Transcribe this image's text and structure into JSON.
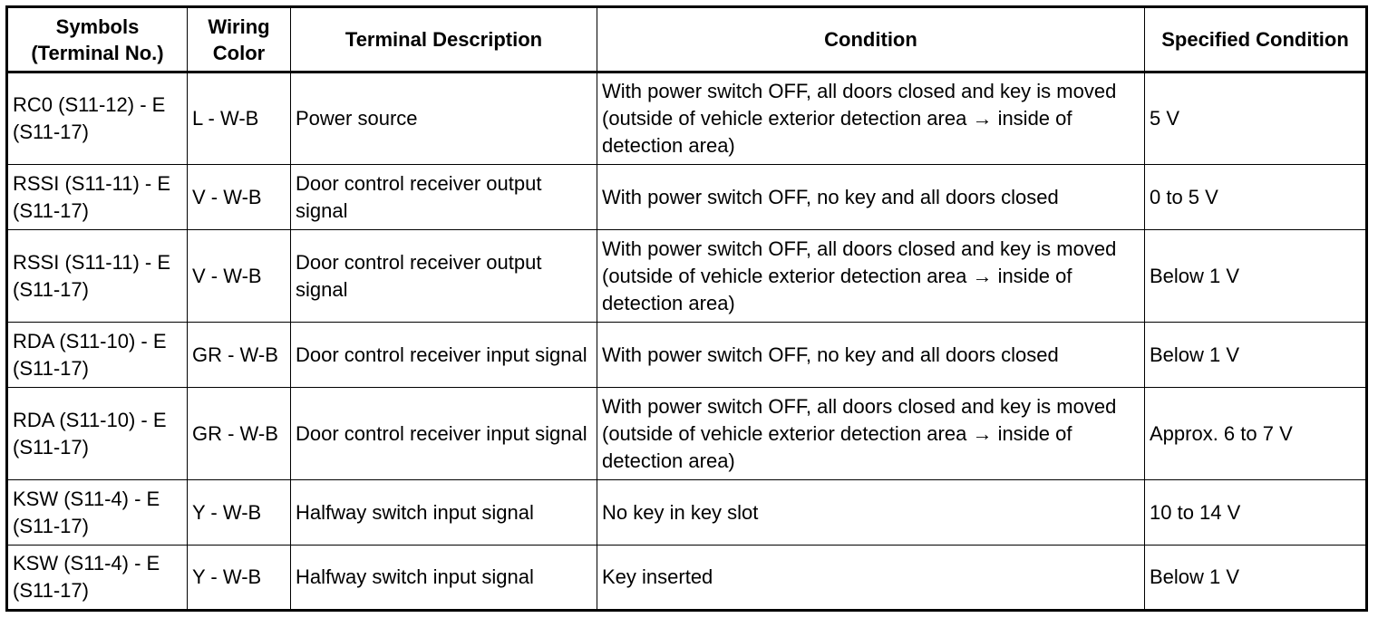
{
  "header": {
    "symbols": "Symbols (Terminal No.)",
    "wiring_color": "Wiring Color",
    "terminal_description": "Terminal Description",
    "condition": "Condition",
    "specified_condition": "Specified Condition"
  },
  "rows": [
    {
      "symbols": "RC0 (S11-12) - E (S11-17)",
      "wiring_color": "L - W-B",
      "description": "Power source",
      "condition": "With power switch OFF, all doors closed and key is moved (outside of vehicle exterior detection area → inside of detection area)",
      "specified": "5 V"
    },
    {
      "symbols": "RSSI (S11-11) - E (S11-17)",
      "wiring_color": "V - W-B",
      "description": "Door control receiver output signal",
      "condition": "With power switch OFF, no key and all doors closed",
      "specified": "0 to 5 V"
    },
    {
      "symbols": "RSSI (S11-11) - E (S11-17)",
      "wiring_color": "V - W-B",
      "description": "Door control receiver output signal",
      "condition": "With power switch OFF, all doors closed and key is moved (outside of vehicle exterior detection area → inside of detection area)",
      "specified": "Below 1 V"
    },
    {
      "symbols": "RDA (S11-10) - E (S11-17)",
      "wiring_color": "GR - W-B",
      "description": "Door control receiver input signal",
      "condition": "With power switch OFF, no key and all doors closed",
      "specified": "Below 1 V"
    },
    {
      "symbols": "RDA (S11-10) - E (S11-17)",
      "wiring_color": "GR - W-B",
      "description": "Door control receiver input signal",
      "condition": "With power switch OFF, all doors closed and key is moved (outside of vehicle exterior detection area → inside of detection area)",
      "specified": "Approx. 6 to 7 V"
    },
    {
      "symbols": "KSW (S11-4) - E (S11-17)",
      "wiring_color": "Y - W-B",
      "description": "Halfway switch input signal",
      "condition": "No key in key slot",
      "specified": "10 to 14 V"
    },
    {
      "symbols": "KSW (S11-4) - E (S11-17)",
      "wiring_color": "Y - W-B",
      "description": "Halfway switch input signal",
      "condition": "Key inserted",
      "specified": "Below 1 V"
    }
  ]
}
